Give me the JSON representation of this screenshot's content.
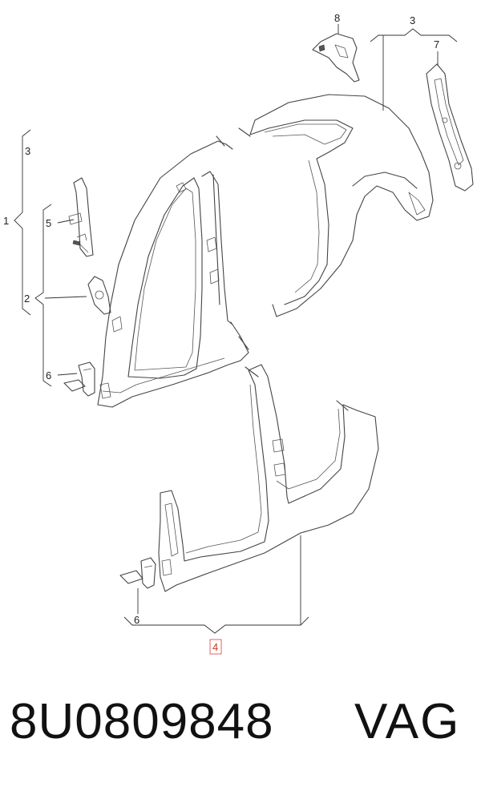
{
  "callouts": {
    "c1": "1",
    "c2": "2",
    "c3_left": "3",
    "c3_top": "3",
    "c4": "4",
    "c5": "5",
    "c6_upper": "6",
    "c6_lower": "6",
    "c7": "7",
    "c8": "8"
  },
  "footer": {
    "part_number": "8U0809848",
    "brand": "VAG"
  },
  "colors": {
    "line": "#444444",
    "highlight_box": "#e06666"
  }
}
